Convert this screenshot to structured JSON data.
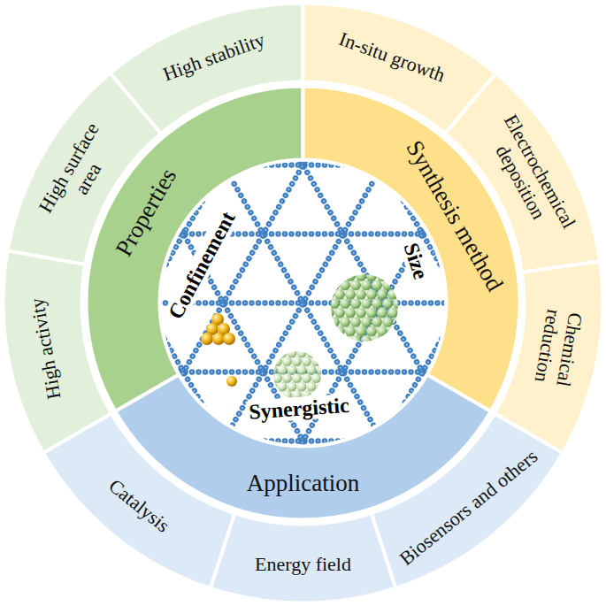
{
  "diagram": {
    "nodes": [
      {
        "text": [
          "Properties"
        ]
      },
      {
        "text": [
          "High stability"
        ]
      },
      {
        "text": [
          "High surface area"
        ]
      },
      {
        "text": [
          "High activity"
        ]
      },
      {
        "text": [
          "Synthesis method"
        ]
      },
      {
        "text": [
          "In-situ growth"
        ]
      },
      {
        "text": [
          "Electrochemical deposition"
        ]
      },
      {
        "text": [
          "Chemical reduction"
        ]
      },
      {
        "text": [
          "Application"
        ]
      },
      {
        "text": [
          "Biosensors and others"
        ]
      },
      {
        "text": [
          "Energy field"
        ]
      },
      {
        "text": [
          "Catalysis"
        ]
      }
    ],
    "labels": [
      "Confinement",
      "Size",
      "Synergistic"
    ]
  }
}
